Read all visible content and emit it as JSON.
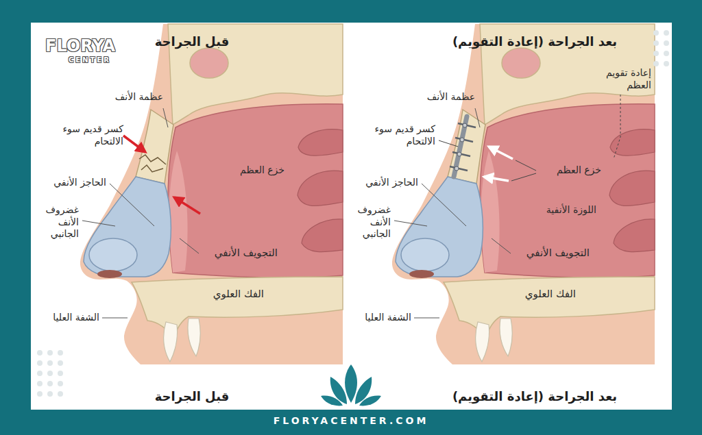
{
  "diagram": {
    "labels": [
      "قبل الجراحة",
      "عظمة الأنف",
      "كسر قديم سوء الالتحام",
      "خزع العظم",
      "الحاجز الأنفي",
      "غضروف الأنف الجانبي",
      "التجويف الأنفي",
      "الفك العلوي",
      "الشفة العليا",
      "قبل الجراحة",
      "بعد الجراحة (إعادة التقويم)",
      "عظمة الأنف",
      "إعادة تقويم العظم",
      "كسر قديم سوء الالتحام",
      "خزع العظم",
      "الحاجز الأنفي",
      "اللوزة الأنفية",
      "غضروف الأنف الجانبي",
      "التجويف الأنفي",
      "الفك العلوي",
      "الشفة العليا",
      "بعد الجراحة (إعادة التقويم)",
      "FLORYA",
      "CENTER",
      "FLORYACENTER.COM"
    ]
  }
}
